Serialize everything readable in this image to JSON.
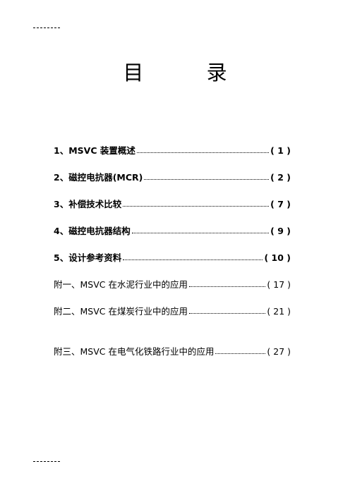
{
  "header_rule": "------------",
  "footer_rule": "------------",
  "title": "目 录",
  "toc": [
    {
      "label": "1、MSVC 装置概述",
      "page": "( 1 )",
      "bold": true
    },
    {
      "label": "2、磁控电抗器(MCR)",
      "page": "( 2 )",
      "bold": true
    },
    {
      "label": "3、补偿技术比较",
      "page": "( 7 )",
      "bold": true
    },
    {
      "label": "4、磁控电抗器结构",
      "page": "( 9 )",
      "bold": true
    },
    {
      "label": "5、设计参考资料",
      "page": "( 10 )",
      "bold": true
    },
    {
      "label": "附一、MSVC 在水泥行业中的应用",
      "page": "( 17 )",
      "bold": false
    },
    {
      "label": "附二、MSVC 在煤炭行业中的应用",
      "page": "( 21 )",
      "bold": false
    },
    {
      "label": "附三、MSVC 在电气化铁路行业中的应用",
      "page": "( 27 )",
      "bold": false
    }
  ]
}
